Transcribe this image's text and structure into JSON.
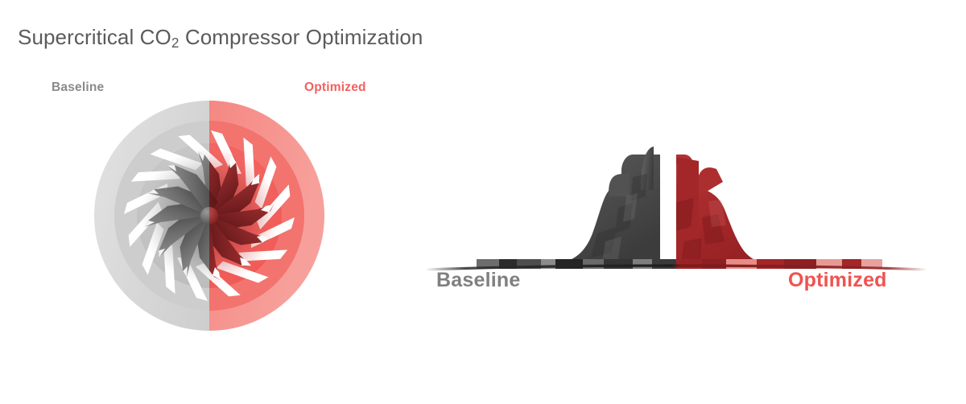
{
  "header": {
    "title_prefix": "Supercritical CO",
    "title_subscript": "2",
    "title_suffix": " Compressor Optimization",
    "title_full": "Supercritical CO2 Compressor Optimization",
    "title_color": "#5b5b5b"
  },
  "palette": {
    "baseline_gray_outer": "#d4d4d4",
    "baseline_gray_inner": "#c2c2c2",
    "optimized_red_outer": "#f4817c",
    "optimized_red_inner": "#f2615e",
    "blade_dark_gray": "#585858",
    "blade_dark_red": "#8e2326",
    "mesh_gray": "#4a4a4a",
    "mesh_red": "#a32628",
    "label_gray": "#808080",
    "label_red": "#ef5350",
    "vane_white": "#ffffff",
    "background": "#ffffff"
  },
  "impeller_panel": {
    "name": "compressor-impeller-cutaway",
    "baseline_label": "Baseline",
    "optimized_label": "Optimized",
    "vane_count": 16,
    "blade_count": 12,
    "split_axis": "vertical-center"
  },
  "mesh_panel": {
    "name": "compressor-meridional-section",
    "baseline_label": "Baseline",
    "optimized_label": "Optimized",
    "split_axis": "vertical-center",
    "baseline_strip_segments": 14
  }
}
